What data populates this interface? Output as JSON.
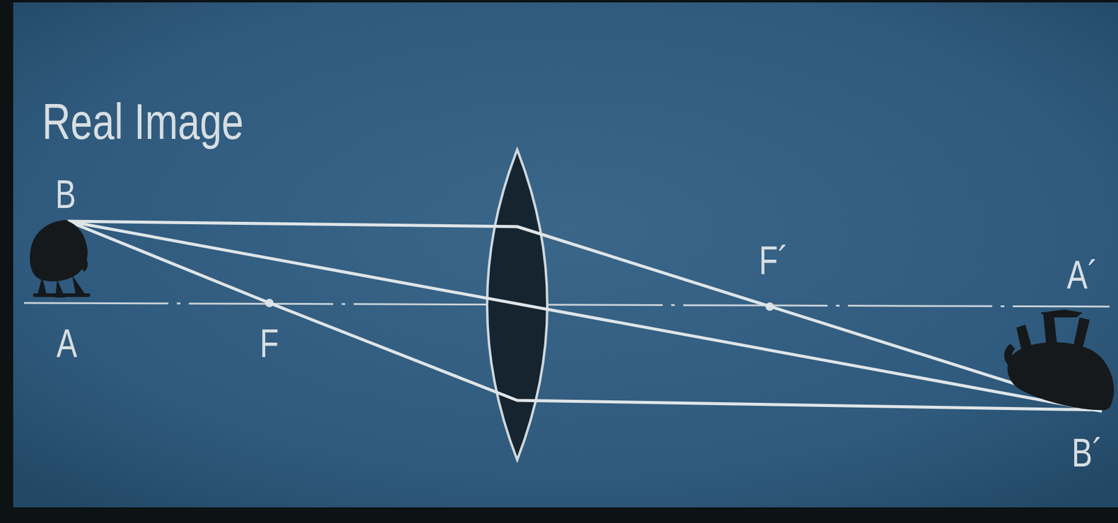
{
  "diagram": {
    "title": "Real Image",
    "labels": [
      "B",
      "A",
      "F",
      "F´",
      "A´",
      "B´"
    ]
  }
}
